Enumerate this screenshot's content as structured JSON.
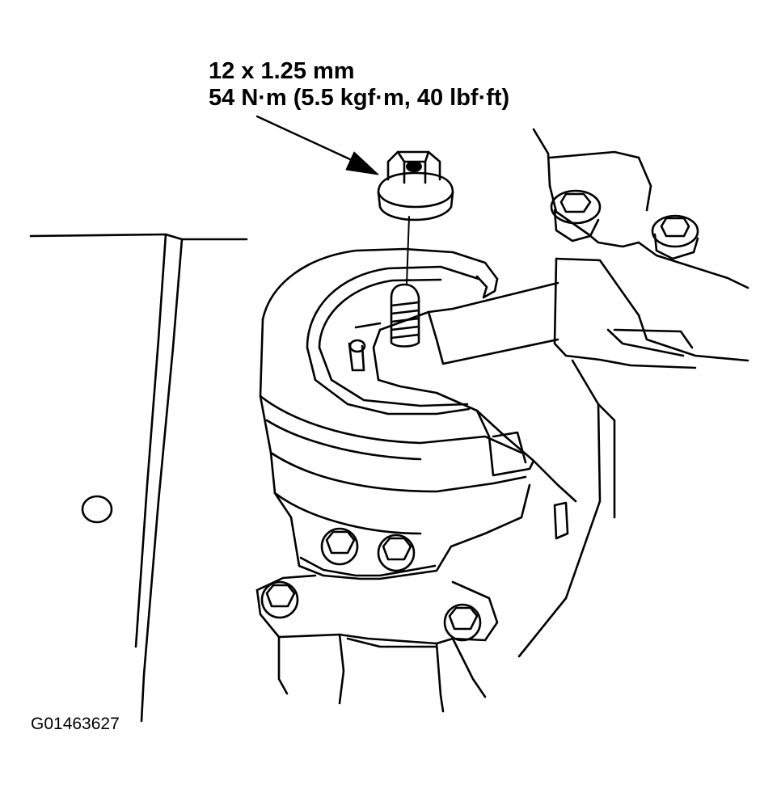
{
  "callout": {
    "size": "12 x 1.25 mm",
    "torque": "54 N·m (5.5 kgf·m, 40 lbf·ft)"
  },
  "figure_id": "G01463627",
  "colors": {
    "ink": "#000000",
    "paper": "#ffffff"
  }
}
